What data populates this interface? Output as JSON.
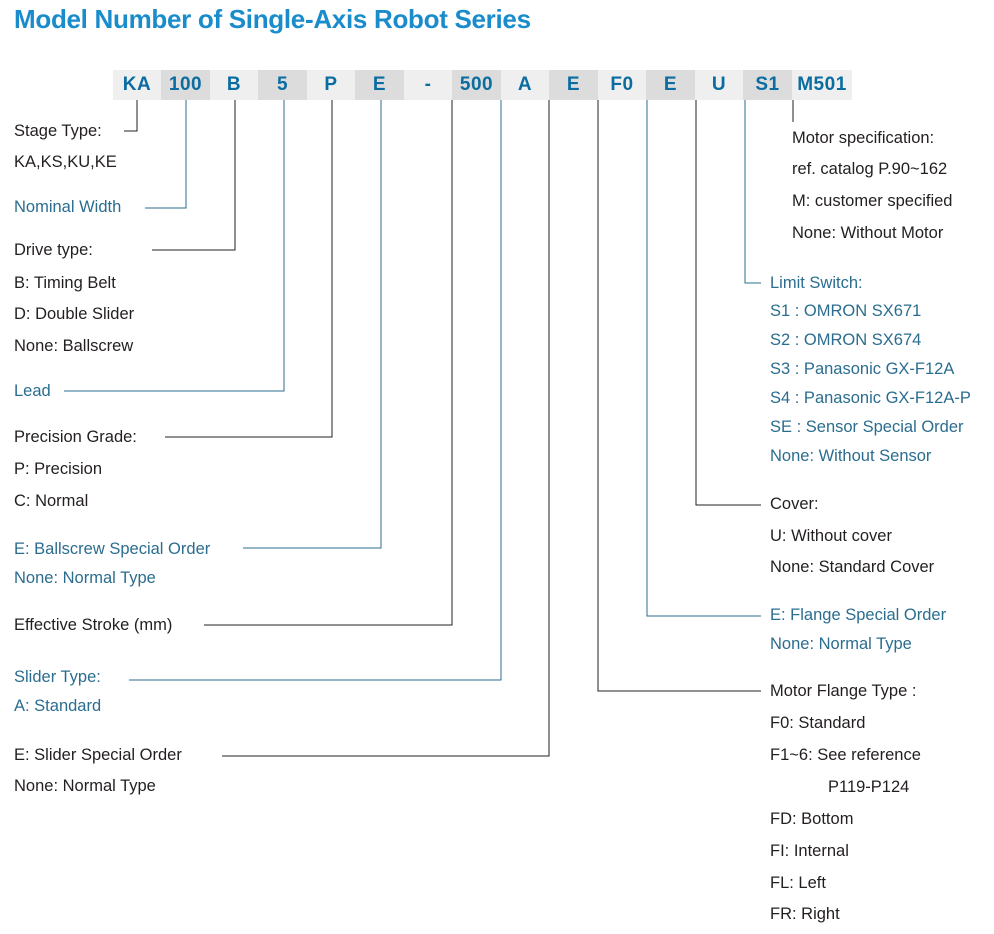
{
  "page": {
    "title": "Model Number of Single-Axis Robot Series",
    "title_color": "#1a8ccc",
    "text_dark": "#231f20",
    "text_blue": "#2b6d8f",
    "cell_text_color": "#0a6ca0",
    "cell_bg_light": "#efefef",
    "cell_bg_dark": "#dcdcdc"
  },
  "model_number": {
    "cells": [
      {
        "text": "KA",
        "shade": "light"
      },
      {
        "text": "100",
        "shade": "dark"
      },
      {
        "text": "B",
        "shade": "light"
      },
      {
        "text": "5",
        "shade": "dark"
      },
      {
        "text": "P",
        "shade": "light"
      },
      {
        "text": "E",
        "shade": "dark"
      },
      {
        "text": "-",
        "shade": "light"
      },
      {
        "text": "500",
        "shade": "dark"
      },
      {
        "text": "A",
        "shade": "light"
      },
      {
        "text": "E",
        "shade": "dark"
      },
      {
        "text": "F0",
        "shade": "light"
      },
      {
        "text": "E",
        "shade": "dark"
      },
      {
        "text": "U",
        "shade": "light"
      },
      {
        "text": "S1",
        "shade": "dark"
      },
      {
        "text": "M501",
        "shade": "light"
      }
    ]
  },
  "left_blocks": {
    "stage_type": {
      "heading": "Stage Type:",
      "lines": [
        "KA,KS,KU,KE"
      ]
    },
    "nominal_width": {
      "heading": "Nominal Width",
      "lines": []
    },
    "drive_type": {
      "heading": "Drive type:",
      "lines": [
        "B: Timing Belt",
        "D: Double Slider",
        "None: Ballscrew"
      ]
    },
    "lead": {
      "heading": "Lead",
      "lines": []
    },
    "precision_grade": {
      "heading": "Precision Grade:",
      "lines": [
        "P: Precision",
        "C: Normal"
      ]
    },
    "ballscrew_special": {
      "heading": "E: Ballscrew Special Order",
      "lines": [
        "None: Normal Type"
      ]
    },
    "effective_stroke": {
      "heading": "Effective Stroke (mm)",
      "lines": []
    },
    "slider_type": {
      "heading": "Slider Type:",
      "lines": [
        "A: Standard"
      ]
    },
    "slider_special": {
      "heading": "E: Slider Special Order",
      "lines": [
        "None: Normal Type"
      ]
    }
  },
  "right_blocks": {
    "motor_spec": {
      "heading": "Motor specification:",
      "lines": [
        "ref. catalog P.90~162",
        "M: customer specified",
        "None: Without Motor"
      ]
    },
    "limit_switch": {
      "heading": "Limit Switch:",
      "lines": [
        "S1 :  OMRON SX671",
        "S2 :  OMRON SX674",
        "S3 :  Panasonic GX-F12A",
        "S4 :  Panasonic GX-F12A-P",
        "SE :  Sensor Special Order",
        "None: Without Sensor"
      ]
    },
    "cover": {
      "heading": "Cover:",
      "lines": [
        "U: Without cover",
        "None: Standard Cover"
      ]
    },
    "flange_special": {
      "heading": "E: Flange Special Order",
      "lines": [
        "None: Normal Type"
      ]
    },
    "motor_flange_type": {
      "heading": "Motor Flange Type :",
      "lines": [
        "F0: Standard",
        "F1~6: See reference",
        "P119-P124",
        "FD: Bottom",
        "FI: Internal",
        "FL: Left",
        "FR: Right"
      ]
    }
  }
}
